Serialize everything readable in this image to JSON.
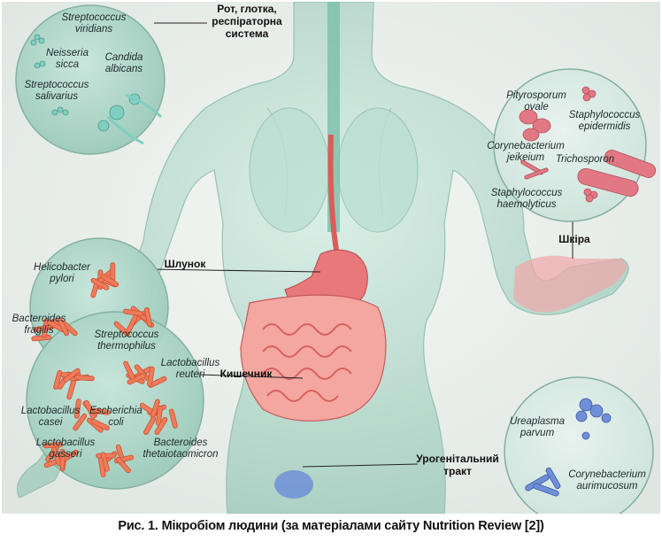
{
  "organs": {
    "mouth": [
      "Рот, глотка,",
      "респіраторна",
      "система"
    ],
    "skin": "Шкіра",
    "stomach": "Шлунок",
    "intestine": "Кишечник",
    "urogenital": [
      "Урогенітальний",
      "тракт"
    ]
  },
  "microbes": {
    "mouth": [
      [
        "Streptococcus",
        "viridians"
      ],
      [
        "Neisseria",
        "sicca"
      ],
      [
        "Candida",
        "albicans"
      ],
      [
        "Streptococcus",
        "salivarius"
      ]
    ],
    "skin": [
      [
        "Pityrosporum",
        "ovale"
      ],
      [
        "Staphylococcus",
        "epidermidis"
      ],
      [
        "Corynebacterium",
        "jeikeium"
      ],
      [
        "Trichosporon"
      ],
      [
        "Staphylococcus",
        "haemolyticus"
      ]
    ],
    "gut": [
      [
        "Helicobacter",
        "pylori"
      ],
      [
        "Bacteroides",
        "fragilis"
      ],
      [
        "Streptococcus",
        "thermophilus"
      ],
      [
        "Lactobacillus",
        "reuteri"
      ],
      [
        "Lactobacillus",
        "casei"
      ],
      [
        "Escherichia",
        "coli"
      ],
      [
        "Lactobacillus",
        "gasseri"
      ],
      [
        "Bacteroides",
        "thetaiotaomicron"
      ]
    ],
    "urogenital": [
      [
        "Ureaplasma",
        "parvum"
      ],
      [
        "Corynebacterium",
        "aurimucosum"
      ]
    ]
  },
  "caption": "Рис. 1. Мікробіом людини (за матеріалами сайту Nutrition Review [2])",
  "colors": {
    "body": "#bfe0d6",
    "circle": "#a9d4c6",
    "organ": "#e8787a",
    "bacteria_gut": "#f07a5c",
    "bacteria_skin": "#e27883",
    "bacteria_uro": "#6f8fd6"
  }
}
